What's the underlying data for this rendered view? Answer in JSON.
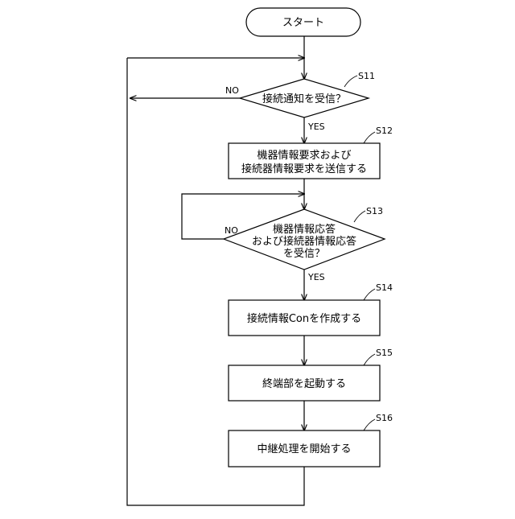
{
  "flowchart": {
    "start": {
      "label": "スタート"
    },
    "s11": {
      "step": "S11",
      "lines": [
        "接続通知を受信？"
      ],
      "no": "NO",
      "yes": "YES"
    },
    "s12": {
      "step": "S12",
      "lines": [
        "機器情報要求および",
        "接続器情報要求を送信する"
      ]
    },
    "s13": {
      "step": "S13",
      "lines": [
        "機器情報応答",
        "および接続器情報応答",
        "を受信？"
      ],
      "no": "NO",
      "yes": "YES"
    },
    "s14": {
      "step": "S14",
      "lines": [
        "接続情報Conを作成する"
      ]
    },
    "s15": {
      "step": "S15",
      "lines": [
        "終端部を起動する"
      ]
    },
    "s16": {
      "step": "S16",
      "lines": [
        "中継処理を開始する"
      ]
    }
  }
}
